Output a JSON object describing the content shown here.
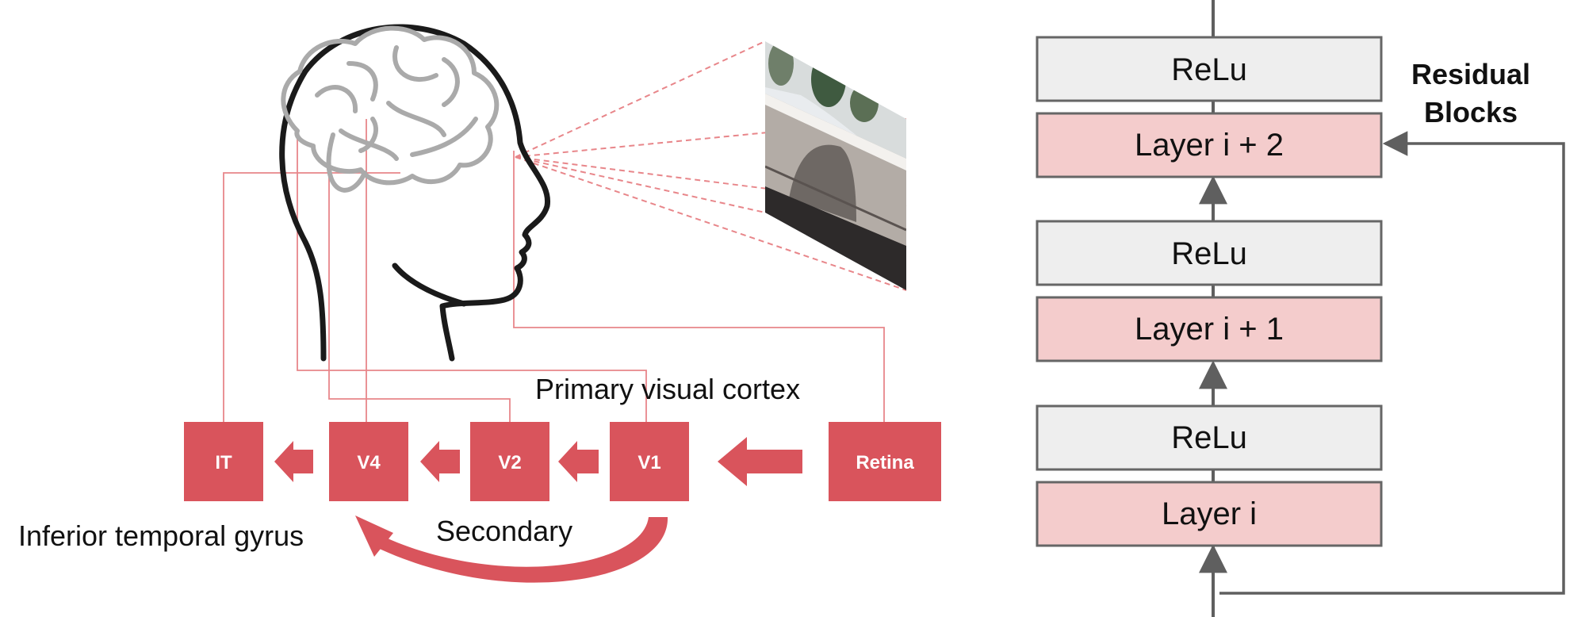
{
  "colors": {
    "visual_red": "#d9545c",
    "wire_red": "#e8868a",
    "brain_gray": "#aaaaaa",
    "head_black": "#1a1a1a",
    "relu_fill": "#eeeeee",
    "layer_fill": "#f4cccc",
    "block_border": "#666666",
    "arrow_gray": "#5f5f5f"
  },
  "visual_pathway": {
    "stages": [
      {
        "id": "it",
        "label": "IT"
      },
      {
        "id": "v4",
        "label": "V4"
      },
      {
        "id": "v2",
        "label": "V2"
      },
      {
        "id": "v1",
        "label": "V1"
      },
      {
        "id": "retina",
        "label": "Retina"
      }
    ],
    "annotations": {
      "primary": "Primary visual cortex",
      "secondary": "Secondary",
      "inferior": "Inferior temporal gyrus"
    },
    "icons": [
      "head-outline-icon",
      "brain-icon",
      "scene-photo-icon",
      "skip-arrow-icon"
    ]
  },
  "residual_network": {
    "title_line1": "Residual",
    "title_line2": "Blocks",
    "blocks": [
      {
        "id": "relu-top",
        "label": "ReLu",
        "kind": "relu"
      },
      {
        "id": "layer-i-plus-2",
        "label": "Layer i + 2",
        "kind": "layer"
      },
      {
        "id": "relu-mid",
        "label": "ReLu",
        "kind": "relu"
      },
      {
        "id": "layer-i-plus-1",
        "label": "Layer i + 1",
        "kind": "layer"
      },
      {
        "id": "relu-bottom",
        "label": "ReLu",
        "kind": "relu"
      },
      {
        "id": "layer-i",
        "label": "Layer i",
        "kind": "layer"
      }
    ]
  }
}
